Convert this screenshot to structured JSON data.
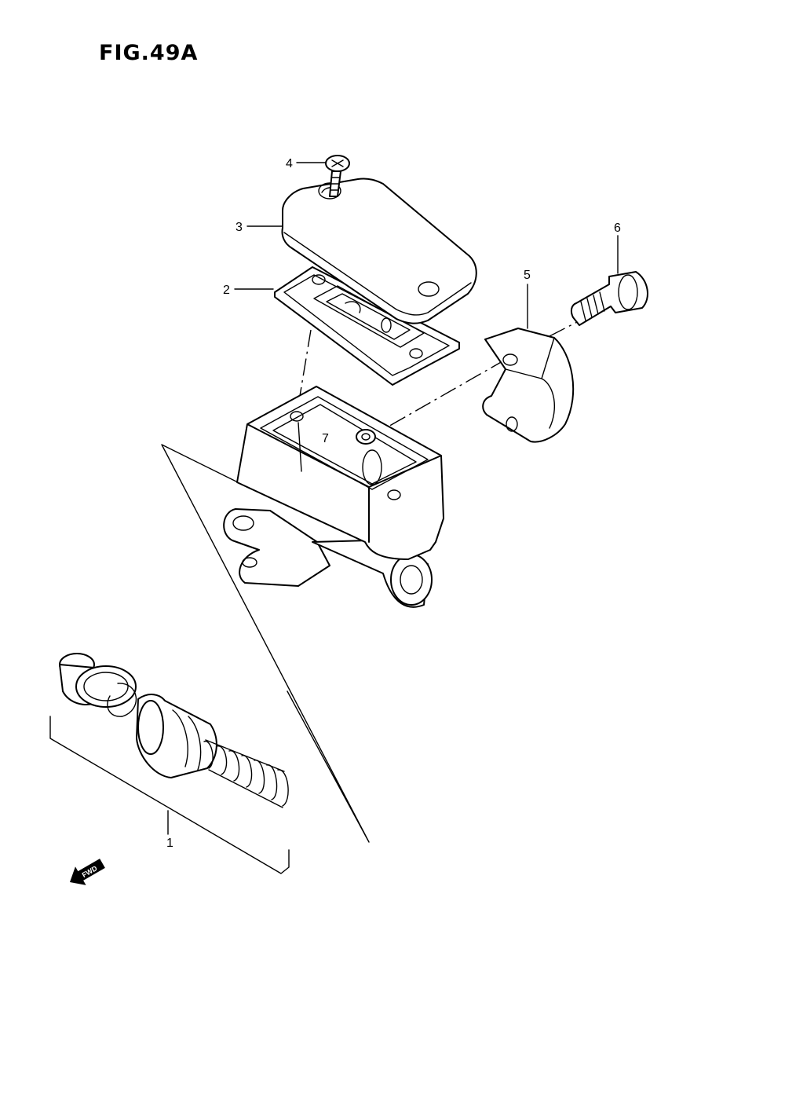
{
  "figure": {
    "title": "FIG.49A"
  },
  "callouts": [
    {
      "id": "1",
      "label": "1"
    },
    {
      "id": "2",
      "label": "2"
    },
    {
      "id": "3",
      "label": "3"
    },
    {
      "id": "4",
      "label": "4"
    },
    {
      "id": "5",
      "label": "5"
    },
    {
      "id": "6",
      "label": "6"
    },
    {
      "id": "7",
      "label": "7"
    }
  ],
  "direction_marker": {
    "label": "FWD",
    "icon": "fwd-arrow-icon"
  },
  "colors": {
    "line": "#000000",
    "background": "#ffffff"
  }
}
